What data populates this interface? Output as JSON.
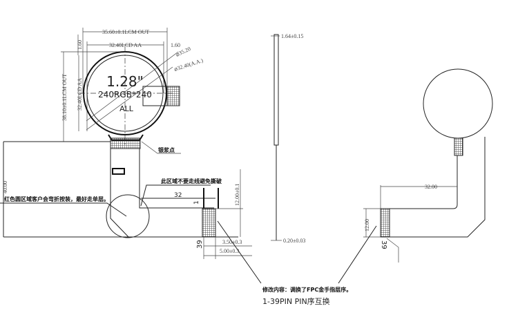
{
  "front_view": {
    "dim_outer_width": "35.60±0.1LCM OUT",
    "dim_aa_width": "32.40LCD AA",
    "dim_right_margin": "1.60",
    "dim_top_margin": "1.60",
    "dim_outer_height": "38.10±0.1LCM OUT",
    "dim_aa_height": "32.40LCD AA",
    "dim_outer_diameter": "⌀35.20",
    "dim_aa_diameter": "⌀32.40(A.A.)",
    "size_label": "1.28\"",
    "resolution_label": "240RGB*240",
    "view_label": "ALL",
    "silver_paste_note": "银浆点",
    "dim_height_total": "40.00",
    "bend_note": "红色圆区域客户会弯折按装，最好走单层。",
    "no_trace_note": "此区域不要走线避免撕破",
    "dim_fpc_length": "32",
    "pin_first": "1",
    "dim_fpc_height": "12.00±0.1",
    "pin_last": "39",
    "dim_pitch_a": "3.50±0.3",
    "dim_pitch_b": "5.00±0.3"
  },
  "side_view": {
    "dim_thickness": "1.64±0.15",
    "dim_fpc_thickness": "0.20±0.03"
  },
  "back_view": {
    "dim_fpc_length": "32.00",
    "dim_fpc_height": "12.00",
    "pin_last": "39"
  },
  "revision_note": {
    "line1": "修改内容：调换了FPC金手指层序。",
    "line2": "1-39PIN PIN序互换"
  }
}
